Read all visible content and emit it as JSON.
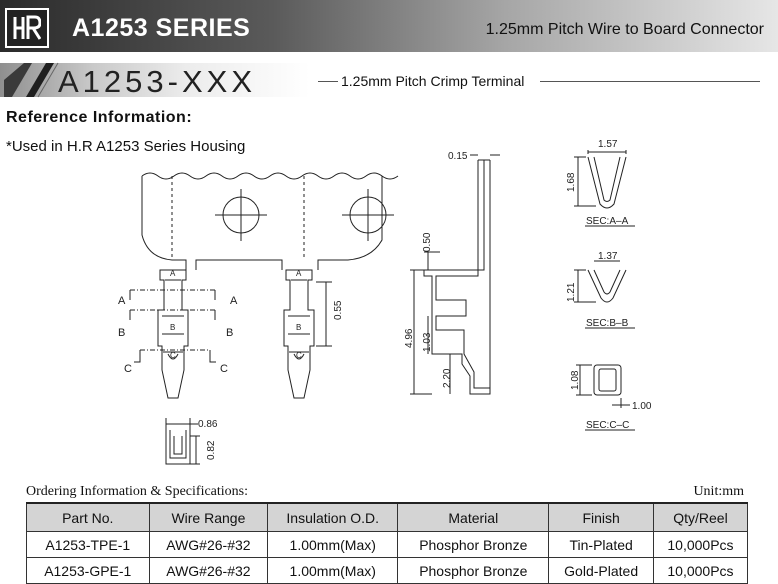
{
  "header": {
    "series_title": "A1253 SERIES",
    "subtitle": "1.25mm Pitch Wire to Board Connector"
  },
  "banner": {
    "part_title": "A1253-XXX",
    "part_subtitle": "1.25mm Pitch Crimp Terminal"
  },
  "reference": {
    "title": "Reference Information:",
    "note": "*Used in H.R A1253 Series Housing"
  },
  "drawing": {
    "section_labels": [
      "A",
      "A",
      "B",
      "B",
      "C",
      "C",
      "A",
      "A",
      "B",
      "B",
      "C",
      "C"
    ],
    "dims": {
      "d_055": "0.55",
      "d_015": "0.15",
      "d_050": "0.50",
      "d_496": "4.96",
      "d_103": "1.03",
      "d_220": "2.20",
      "d_086": "0.86",
      "d_082": "0.82"
    },
    "sections": [
      {
        "caption": "SEC:A–A",
        "width": "1.57",
        "height": "1.68"
      },
      {
        "caption": "SEC:B–B",
        "width": "1.37",
        "height": "1.21"
      },
      {
        "caption": "SEC:C–C",
        "width": "1.00",
        "height": "1.08"
      }
    ]
  },
  "ordering": {
    "title": "Ordering Information & Specifications:",
    "unit": "Unit:mm",
    "columns": [
      "Part No.",
      "Wire Range",
      "Insulation O.D.",
      "Material",
      "Finish",
      "Qty/Reel"
    ],
    "rows": [
      [
        "A1253-TPE-1",
        "AWG#26-#32",
        "1.00mm(Max)",
        "Phosphor Bronze",
        "Tin-Plated",
        "10,000Pcs"
      ],
      [
        "A1253-GPE-1",
        "AWG#26-#32",
        "1.00mm(Max)",
        "Phosphor Bronze",
        "Gold-Plated",
        "10,000Pcs"
      ]
    ]
  }
}
